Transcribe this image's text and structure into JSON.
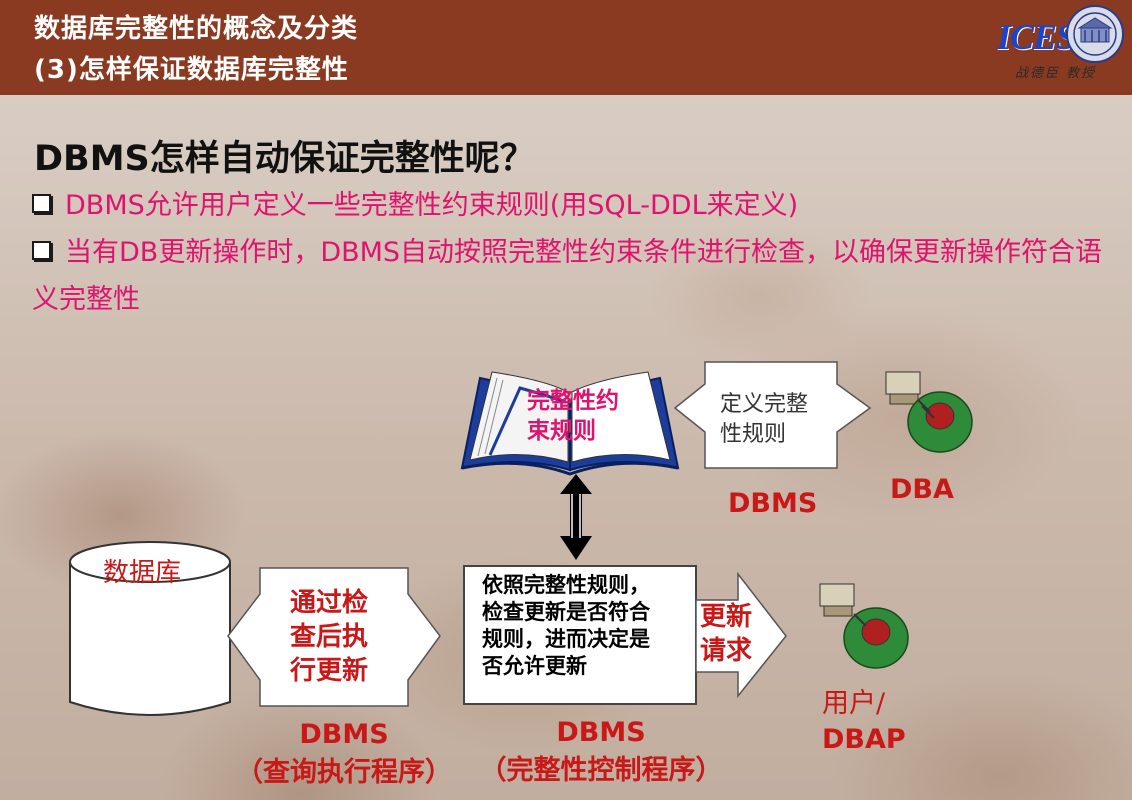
{
  "header": {
    "title": "数据库完整性的概念及分类",
    "subtitle": "(3)怎样保证数据库完整性",
    "logo_text": "ICES",
    "logo_caption": "战德臣 教授"
  },
  "content": {
    "heading": "DBMS怎样自动保证完整性呢？",
    "bullets": [
      "DBMS允许用户定义一些完整性约束规则(用SQL-DDL来定义)",
      "当有DB更新操作时，DBMS自动按照完整性约束条件进行检查，以确保更新操作符合语义完整性"
    ]
  },
  "diagram": {
    "book_label_line1": "完整性约",
    "book_label_line2": "束规则",
    "define_box_line1": "定义完整",
    "define_box_line2": "性规则",
    "dbms_top": "DBMS",
    "dba": "DBA",
    "database": "数据库",
    "exec_arrow_line1": "通过检",
    "exec_arrow_line2": "查后执",
    "exec_arrow_line3": "行更新",
    "control_box_line1": "依照完整性规则，",
    "control_box_line2": "检查更新是否符合",
    "control_box_line3": "规则，进而决定是",
    "control_box_line4": "否允许更新",
    "request_line1": "更新",
    "request_line2": "请求",
    "user_line1": "用户/",
    "user_line2": "DBAP",
    "dbms_exec_line1": "DBMS",
    "dbms_exec_line2": "（查询执行程序）",
    "dbms_control_line1": "DBMS",
    "dbms_control_line2": "（完整性控制程序）"
  },
  "colors": {
    "header_bg": "#8b3a22",
    "bullet_text": "#e1126e",
    "diagram_red": "#c81818",
    "logo_blue": "#1a45c8"
  }
}
